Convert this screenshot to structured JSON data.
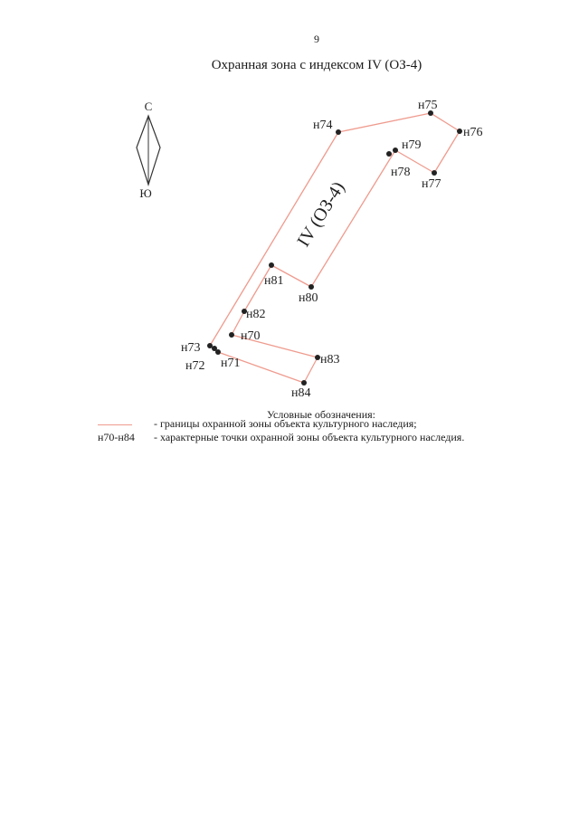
{
  "page_number": "9",
  "title": "Охранная зона с индексом IV (ОЗ-4)",
  "compass": {
    "north": "С",
    "south": "Ю"
  },
  "zone_label": "IV (ОЗ-4)",
  "boundary_color": "#ef9b8e",
  "points": {
    "n70": "н70",
    "n71": "н71",
    "n72": "н72",
    "n73": "н73",
    "n74": "н74",
    "n75": "н75",
    "n76": "н76",
    "n77": "н77",
    "n78": "н78",
    "n79": "н79",
    "n80": "н80",
    "n81": "н81",
    "n82": "н82",
    "n83": "н83",
    "n84": "н84"
  },
  "legend": {
    "title": "Условные обозначения:",
    "line_text": "- границы охранной зоны объекта культурного наследия;",
    "points_sample": "н70-н84",
    "points_text": "- характерные точки охранной зоны объекта культурного наследия."
  }
}
